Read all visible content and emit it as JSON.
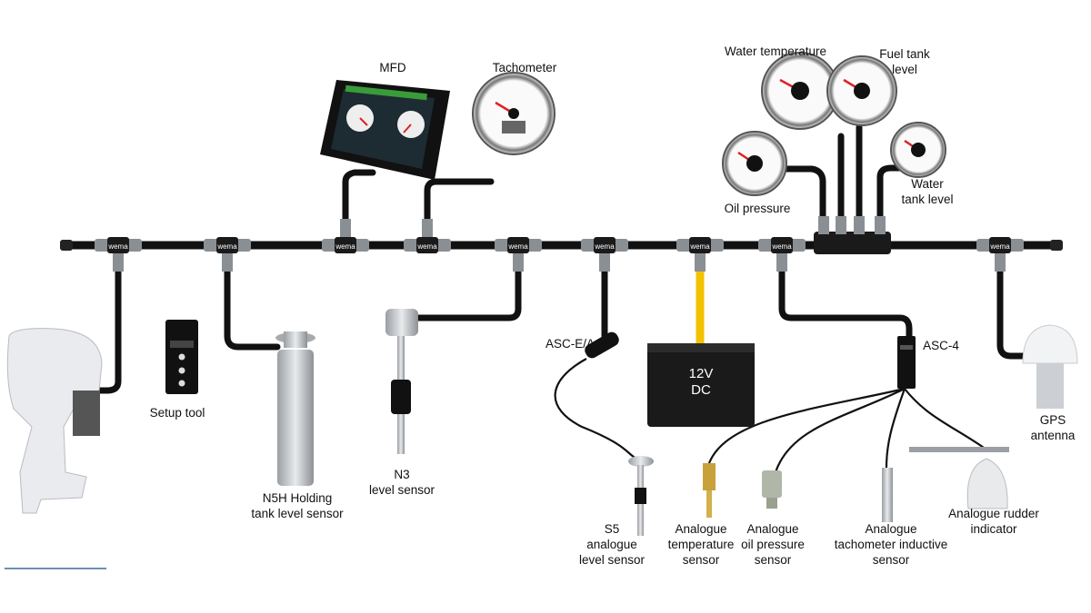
{
  "labels": {
    "mfd": "MFD",
    "tachometer": "Tachometer",
    "water_temperature": "Water temperature",
    "fuel_tank_level": [
      "Fuel tank",
      "level"
    ],
    "oil_pressure": "Oil pressure",
    "water_tank_level": [
      "Water",
      "tank level"
    ],
    "setup_tool": "Setup tool",
    "n5h": [
      "N5H Holding",
      "tank level sensor"
    ],
    "n3": [
      "N3",
      "level sensor"
    ],
    "asc_ea": "ASC-E/A",
    "battery": [
      "12V",
      "DC"
    ],
    "asc4": "ASC-4",
    "gps": [
      "GPS",
      "antenna"
    ],
    "s5": [
      "S5",
      "analogue",
      "level sensor"
    ],
    "temp_sensor": [
      "Analogue",
      "temperature",
      "sensor"
    ],
    "oil_sensor": [
      "Analogue",
      "oil pressure",
      "sensor"
    ],
    "tach_sensor": [
      "Analogue",
      "tachometer inductive",
      "sensor"
    ],
    "rudder": [
      "Analogue rudder",
      "indicator"
    ]
  },
  "brand_mark": "wema",
  "colors": {
    "cable": "#111111",
    "power_cable": "#f2c200",
    "connector": "#8a8f94",
    "gauge_needle": "#e03030"
  }
}
